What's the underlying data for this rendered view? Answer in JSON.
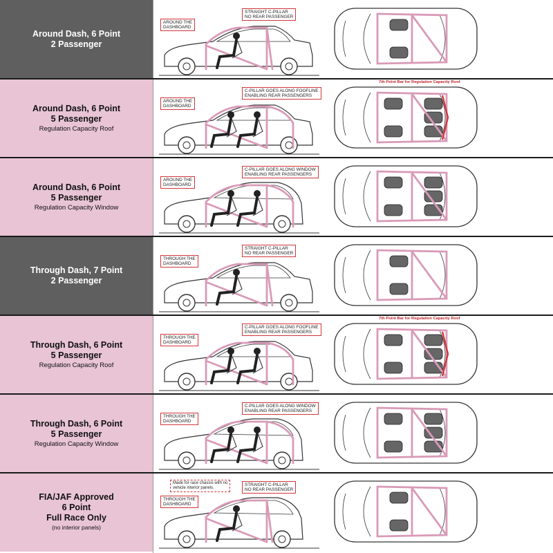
{
  "rows": [
    {
      "line1": "Around Dash, 6 Point",
      "line2": "2 Passenger",
      "line3": "",
      "theme": "dark",
      "callouts": {
        "dash": "AROUND THE\nDASHBOARD",
        "pillar": "STRAIGHT C-PILLAR\nNO REAR PASSENGER"
      },
      "top_note": "",
      "body": "sedan",
      "seats": 2
    },
    {
      "line1": "Around Dash, 6 Point",
      "line2": "5 Passenger",
      "line3": "Regulation Capacity Roof",
      "theme": "pink",
      "callouts": {
        "dash": "AROUND THE\nDASHBOARD",
        "pillar": "C-PILLAR GOES ALONG FOOFLINE\nENABLING REAR PASSENGERS"
      },
      "top_note": "7th Point Bar for Regulation Capacity Roof",
      "body": "sedan",
      "seats": 5
    },
    {
      "line1": "Around Dash, 6 Point",
      "line2": "5 Passenger",
      "line3": "Regulation Capacity Window",
      "theme": "pink",
      "callouts": {
        "dash": "AROUND THE\nDASHBOARD",
        "pillar": "C-PILLAR GOES ALONG WINDOW\nENABLING REAR PASSENGERS"
      },
      "top_note": "",
      "body": "hatch",
      "seats": 5
    },
    {
      "line1": "Through Dash, 7 Point",
      "line2": "2 Passenger",
      "line3": "",
      "theme": "dark",
      "callouts": {
        "dash": "THROUGH THE\nDASHBOARD",
        "pillar": "STRAIGHT C-PILLAR\nNO REAR PASSENGER"
      },
      "top_note": "",
      "body": "sedan",
      "seats": 2
    },
    {
      "line1": "Through Dash, 6 Point",
      "line2": "5 Passenger",
      "line3": "Regulation Capacity Roof",
      "theme": "pink",
      "callouts": {
        "dash": "THROUGH THE\nDASHBOARD",
        "pillar": "C-PILLAR GOES ALONG FOOFLINE\nENABLING REAR PASSENGERS"
      },
      "top_note": "7th Point Bar for Regulation Capacity Roof",
      "body": "sedan",
      "seats": 5
    },
    {
      "line1": "Through Dash, 6 Point",
      "line2": "5 Passenger",
      "line3": "Regulation Capacity Window",
      "theme": "pink",
      "callouts": {
        "dash": "THROUGH THE\nDASHBOARD",
        "pillar": "C-PILLAR GOES ALONG WINDOW\nENABLING REAR PASSENGERS"
      },
      "top_note": "",
      "body": "hatch",
      "seats": 5
    },
    {
      "line1": "FIA/JAF Approved",
      "line2": "6 Point",
      "line2b": "Full Race Only",
      "line3": "(no interior panels)",
      "theme": "pink",
      "callouts": {
        "dash": "THROUGH THE\nDASHBOARD",
        "pillar": "STRAIGHT C-PILLAR\nNO REAR PASSENGER",
        "note": "Made for race chassis with no\nvehicle interior panels."
      },
      "top_note": "",
      "body": "hatch",
      "seats": 2
    }
  ],
  "colors": {
    "cage": "#d99ab8",
    "red": "#d1353a",
    "dark": "#5f5f5f",
    "pink": "#e8c4d4",
    "line": "#333333",
    "seat": "#666666"
  }
}
